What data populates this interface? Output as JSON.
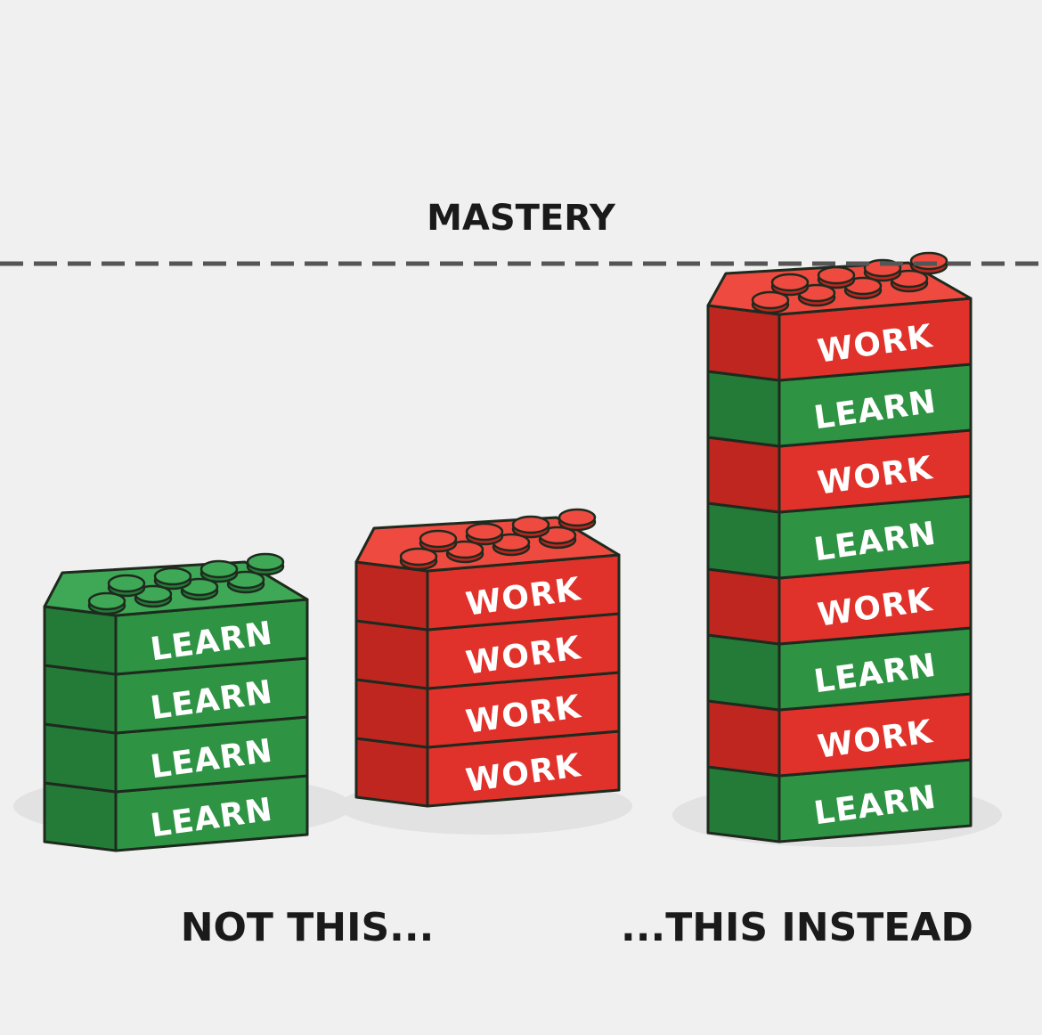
{
  "diagram": {
    "goal_label": "MASTERY",
    "left_caption": "NOT THIS...",
    "right_caption": "...THIS INSTEAD",
    "colors": {
      "background": "#f0f0f0",
      "learn_brick": "#2e9343",
      "learn_brick_top": "#3fa856",
      "learn_brick_side": "#247a37",
      "work_brick": "#e0312b",
      "work_brick_top": "#ee4a40",
      "work_brick_side": "#bf2620",
      "outline": "#1e2a1e",
      "dashed_line": "#555555"
    },
    "stacks": [
      {
        "name": "learn-only-stack",
        "bricks": [
          "LEARN",
          "LEARN",
          "LEARN",
          "LEARN"
        ]
      },
      {
        "name": "work-only-stack",
        "bricks": [
          "WORK",
          "WORK",
          "WORK",
          "WORK"
        ]
      },
      {
        "name": "alternating-stack",
        "bricks": [
          "WORK",
          "LEARN",
          "WORK",
          "LEARN",
          "WORK",
          "LEARN",
          "WORK",
          "LEARN"
        ]
      }
    ]
  }
}
